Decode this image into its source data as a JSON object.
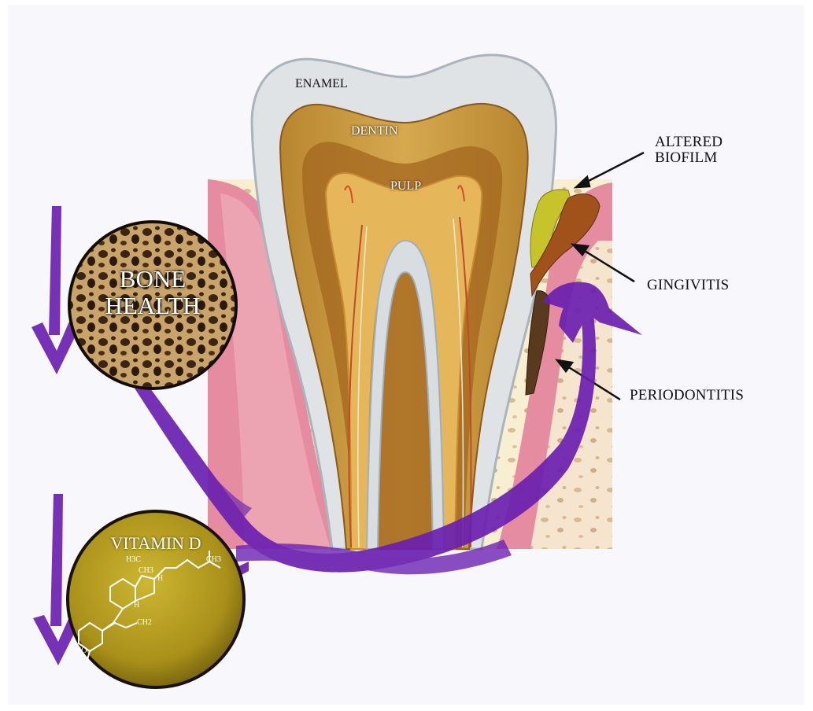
{
  "tooth": {
    "enamel": "ENAMEL",
    "dentin": "DENTIN",
    "pulp": "PULP"
  },
  "side_labels": {
    "altered_biofilm_line1": "ALTERED",
    "altered_biofilm_line2": "BIOFILM",
    "gingivitis": "GINGIVITIS",
    "periodontitis": "PERIODONTITIS"
  },
  "circles": {
    "bone_line1": "BONE",
    "bone_line2": "HEALTH",
    "vitamin": "VITAMIN D"
  },
  "molecule": {
    "label_h3c_top": "H3C",
    "label_ch3_left": "CH3",
    "label_ch3_right": "CH3",
    "label_h_right": "H",
    "label_h_bottom": "H",
    "label_ch2": "CH2",
    "label_ho": "HO"
  },
  "colors": {
    "purple": "#6a1fb0",
    "gum": "#e58ca0",
    "bone": "#f8eed2",
    "enamel": "#dfe3e6",
    "dentin": "#c99a3c",
    "pulp": "#e6b75a",
    "biofilm_yellow": "#c6c42a",
    "biofilm_brown": "#a0521a",
    "calculus": "#5a3a1e",
    "vitamin_circle": "#b59d1e"
  }
}
